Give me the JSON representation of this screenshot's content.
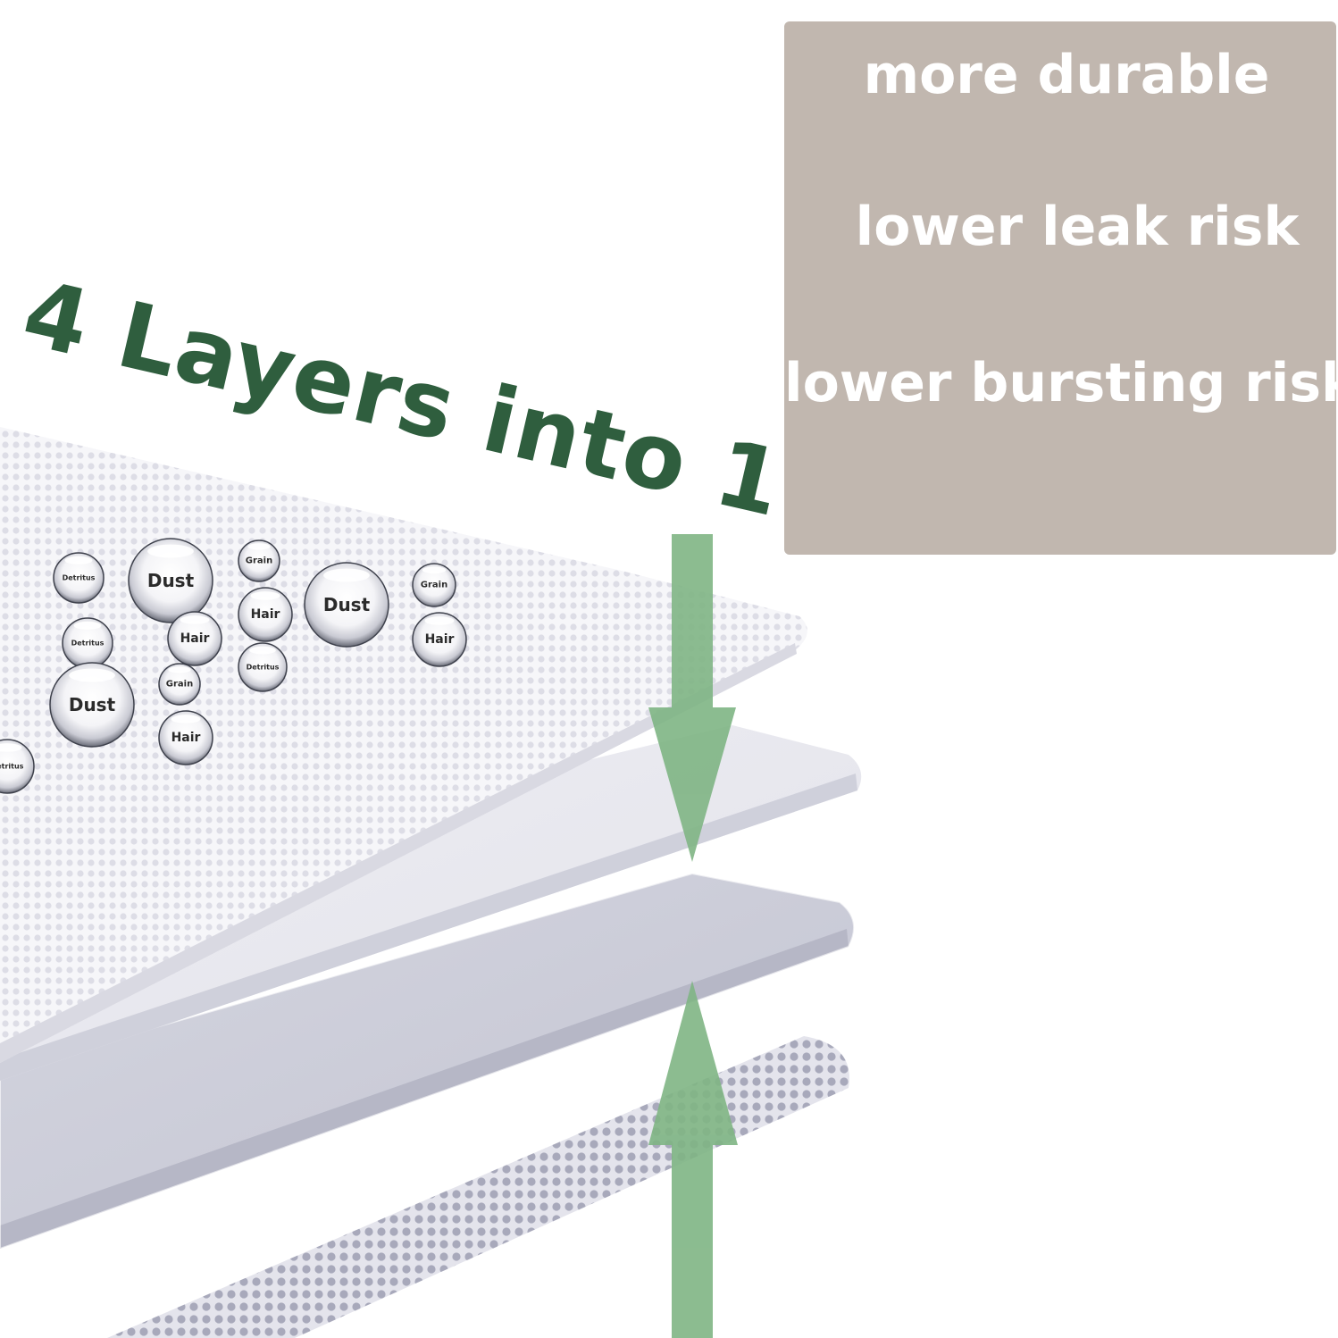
{
  "headline": "4 Layers into 1",
  "benefits": [
    "more durable",
    "lower leak risk",
    "lower bursting risk"
  ],
  "particles": [
    {
      "label": "Detritus",
      "r": 28
    },
    {
      "label": "Dust",
      "r": 47
    },
    {
      "label": "Grain",
      "r": 23
    },
    {
      "label": "Dust",
      "r": 47
    },
    {
      "label": "Grain",
      "r": 24
    },
    {
      "label": "Hair",
      "r": 30
    },
    {
      "label": "Detritus",
      "r": 28
    },
    {
      "label": "Hair",
      "r": 30
    },
    {
      "label": "Hair",
      "r": 30
    },
    {
      "label": "Detritus",
      "r": 27
    },
    {
      "label": "Grain",
      "r": 23
    },
    {
      "label": "Dust",
      "r": 47
    },
    {
      "label": "Hair",
      "r": 30
    },
    {
      "label": "Detritus",
      "r": 30
    }
  ],
  "colors": {
    "headline": "#2f5e3e",
    "panel": "#c1b7af",
    "arrow": "#7fb584",
    "sheet_top": "#ededf1",
    "sheet_mid": "#dcdce6",
    "sheet_bottom": "#c5c6d4",
    "background": "#ffffff"
  }
}
